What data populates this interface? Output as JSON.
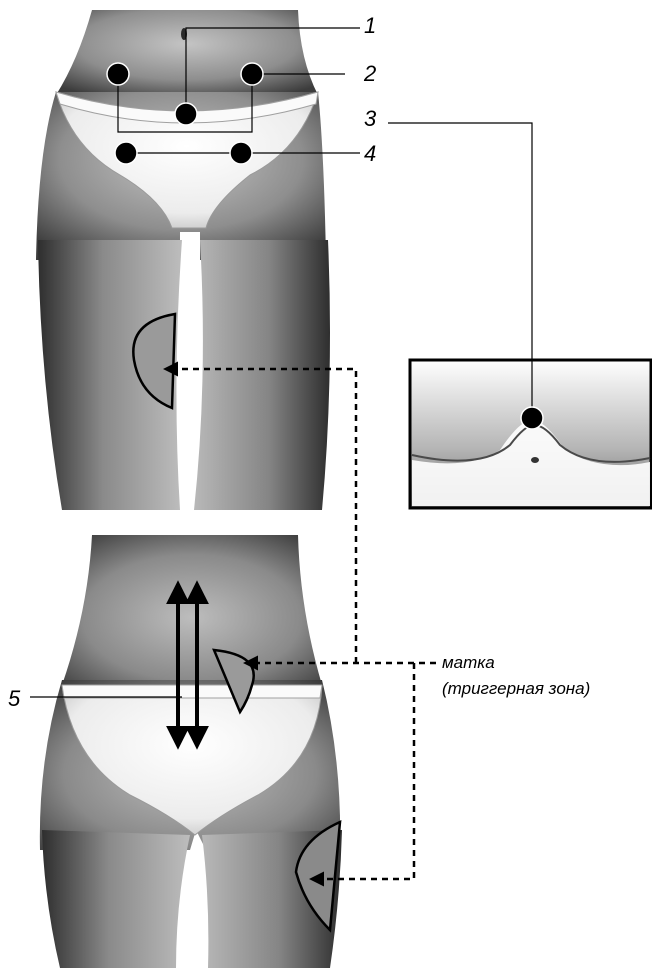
{
  "markers": [
    {
      "id": "marker-1",
      "text": "1"
    },
    {
      "id": "marker-2",
      "text": "2"
    },
    {
      "id": "marker-3",
      "text": "3"
    },
    {
      "id": "marker-4",
      "text": "4"
    },
    {
      "id": "marker-5",
      "text": "5"
    }
  ],
  "annotation": {
    "line1": "матка",
    "line2": "(триггерная зона)"
  },
  "colors": {
    "skin_dark": "#3a3a3a",
    "skin_mid": "#8c8c8c",
    "skin_light": "#d0d0d0",
    "garment": "#f4f4f4",
    "zone_fill": "#9a9a9a",
    "ink": "#000000"
  }
}
